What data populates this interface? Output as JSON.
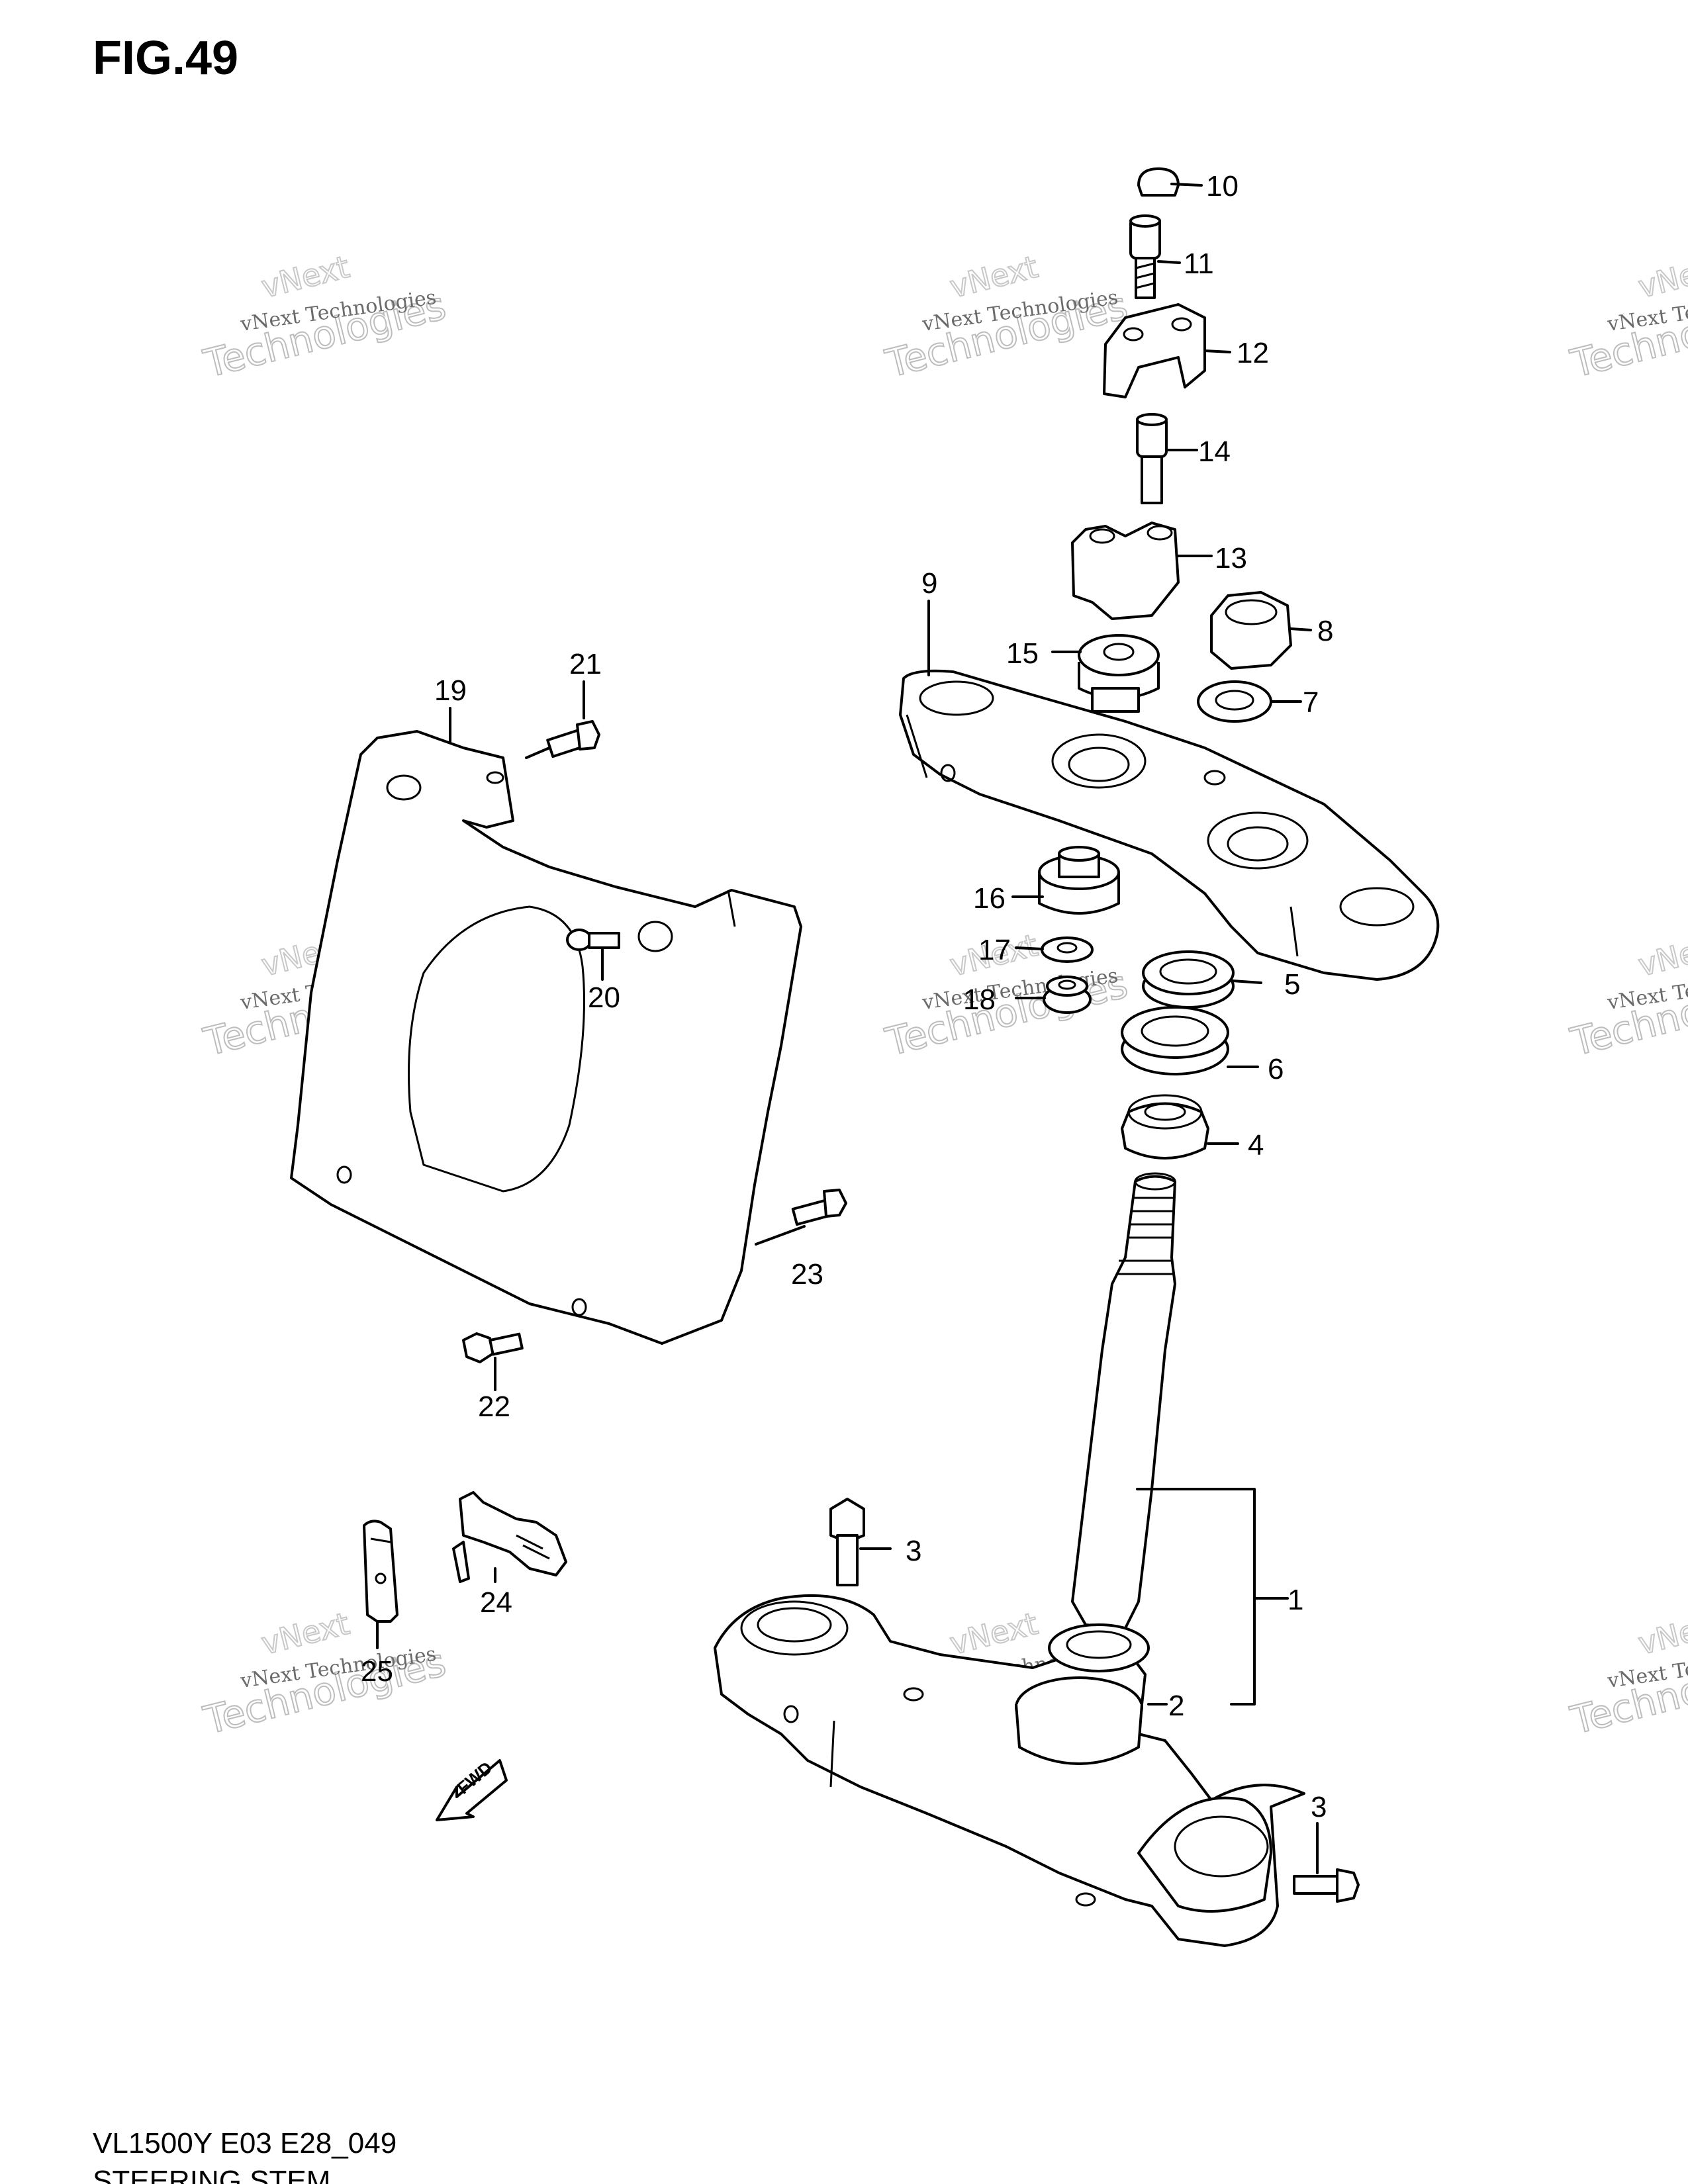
{
  "figure": {
    "title": "FIG.49"
  },
  "footer": {
    "line1": "VL1500Y E03 E28_049",
    "line2": "STEERING STEM"
  },
  "watermark": {
    "line1": "vNext Technologies",
    "line2": "Technologies",
    "line3": "vNext"
  },
  "fwd_label": "FWD",
  "callouts": [
    {
      "id": "c10",
      "text": "10"
    },
    {
      "id": "c11",
      "text": "11"
    },
    {
      "id": "c12",
      "text": "12"
    },
    {
      "id": "c14",
      "text": "14"
    },
    {
      "id": "c13",
      "text": "13"
    },
    {
      "id": "c9",
      "text": "9"
    },
    {
      "id": "c8",
      "text": "8"
    },
    {
      "id": "c15",
      "text": "15"
    },
    {
      "id": "c7",
      "text": "7"
    },
    {
      "id": "c21",
      "text": "21"
    },
    {
      "id": "c19",
      "text": "19"
    },
    {
      "id": "c16",
      "text": "16"
    },
    {
      "id": "c17",
      "text": "17"
    },
    {
      "id": "c18",
      "text": "18"
    },
    {
      "id": "c5",
      "text": "5"
    },
    {
      "id": "c20",
      "text": "20"
    },
    {
      "id": "c6",
      "text": "6"
    },
    {
      "id": "c4",
      "text": "4"
    },
    {
      "id": "c23",
      "text": "23"
    },
    {
      "id": "c22",
      "text": "22"
    },
    {
      "id": "c3a",
      "text": "3"
    },
    {
      "id": "c1",
      "text": "1"
    },
    {
      "id": "c24",
      "text": "24"
    },
    {
      "id": "c25",
      "text": "25"
    },
    {
      "id": "c2",
      "text": "2"
    },
    {
      "id": "c3b",
      "text": "3"
    }
  ]
}
